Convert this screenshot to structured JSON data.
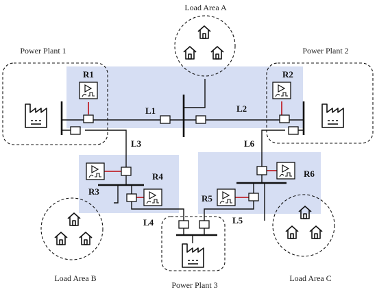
{
  "areas": {
    "load_a": "Load Area A",
    "load_b": "Load Area B",
    "load_c": "Load Area C",
    "plant_1": "Power Plant 1",
    "plant_2": "Power Plant 2",
    "plant_3": "Power Plant 3"
  },
  "relays": {
    "r1": "R1",
    "r2": "R2",
    "r3": "R3",
    "r4": "R4",
    "r5": "R5",
    "r6": "R6"
  },
  "lines": {
    "l1": "L1",
    "l2": "L2",
    "l3": "L3",
    "l4": "L4",
    "l5": "L5",
    "l6": "L6"
  },
  "colors": {
    "zone": "#d6def3",
    "relay_link": "#c0262d"
  }
}
